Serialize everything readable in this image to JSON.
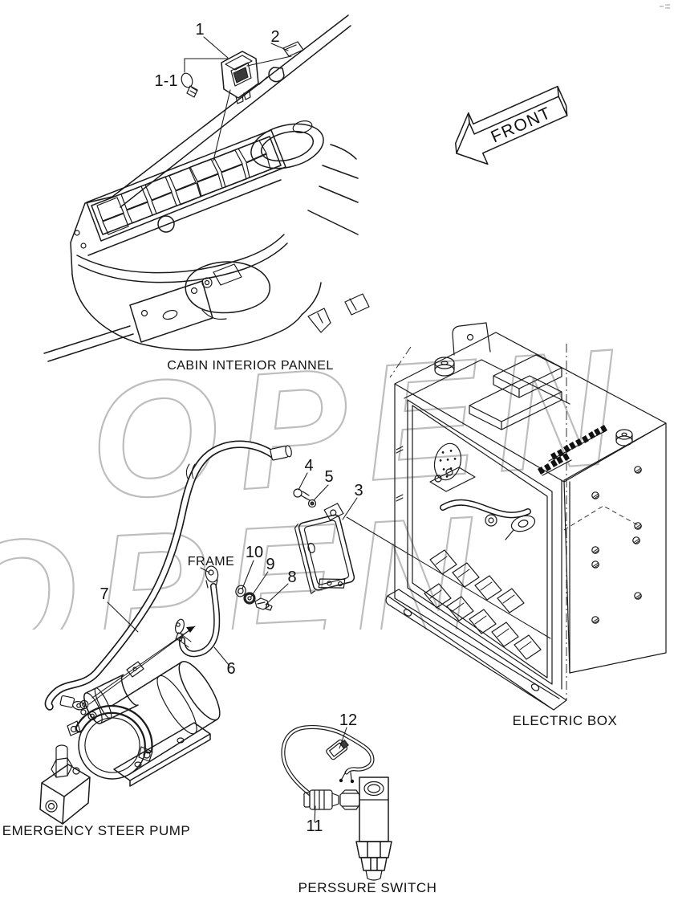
{
  "watermark": {
    "text": "OPEN"
  },
  "front_arrow": {
    "label": "FRONT"
  },
  "captions": {
    "cabin_panel": "CABIN INTERIOR PANNEL",
    "electric_box": "ELECTRIC BOX",
    "steer_pump": "EMERGENCY STEER PUMP",
    "pressure_switch": "PERSSURE SWITCH",
    "frame": "FRAME"
  },
  "callouts": {
    "c1": "1",
    "c1_1": "1-1",
    "c2": "2",
    "c3": "3",
    "c4": "4",
    "c5": "5",
    "c6": "6",
    "c7": "7",
    "c8": "8",
    "c9": "9",
    "c10": "10",
    "c11": "11",
    "c12": "12"
  }
}
